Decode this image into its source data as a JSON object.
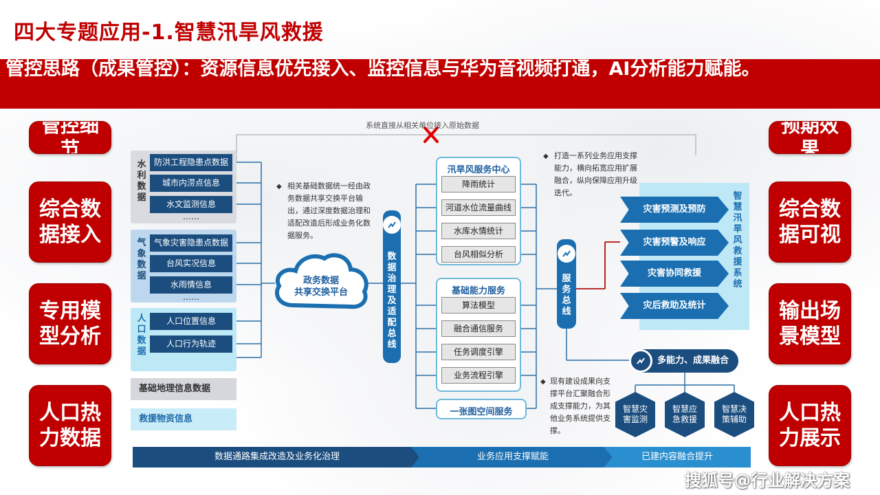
{
  "title": "四大专题应用-1.智慧汛旱风救援",
  "banner": "管控思路（成果管控）：资源信息优先接入、监控信息与华为音视频打通，AI分析能力赋能。",
  "left_header": "管控细节",
  "right_header": "预期效果",
  "left_items": [
    "综合数据接入",
    "专用模型分析",
    "人口热力数据"
  ],
  "right_items": [
    "综合数据可视",
    "输出场景模型",
    "人口热力展示"
  ],
  "top_note": "系统直接从相关单位接入原始数据",
  "groups": {
    "water": {
      "label": "水利数据",
      "items": [
        "防洪工程隐患点数据",
        "城市内涝点信息",
        "水文监测信息"
      ],
      "more": "……"
    },
    "weather": {
      "label": "气象数据",
      "items": [
        "气象灾害隐患点数据",
        "台风实况信息",
        "水雨情信息"
      ],
      "more": "……"
    },
    "population": {
      "label": "人口数据",
      "items": [
        "人口位置信息",
        "人口行为轨迹"
      ]
    },
    "geo": "基础地理信息数据",
    "relief": "救援物资信息"
  },
  "note_left": {
    "bullet": "◆",
    "text": "相关基础数据统一经由政务数据共享交换平台输出，通过深度数据治理和适配改造后形成业务化数据服务。"
  },
  "cloud": {
    "line1": "政务数据",
    "line2": "共享交换平台"
  },
  "data_bus": "数据治理及适配总线",
  "panel1": {
    "title": "汛旱风服务中心",
    "items": [
      "降雨统计",
      "河道水位流量曲线",
      "水库水情统计",
      "台风相似分析"
    ]
  },
  "panel2": {
    "title": "基础能力服务",
    "items": [
      "算法模型",
      "融合通信服务",
      "任务调度引擎",
      "业务流程引擎"
    ]
  },
  "panel3": {
    "title": "一张图空间服务"
  },
  "service_bus": "服务总线",
  "note_right_top": {
    "bullet": "◆",
    "text": "打造一系列业务应用支撑能力，横向拓宽应用扩展融合，纵向保障应用升级迭代。"
  },
  "note_right_bottom": {
    "bullet": "◆",
    "text": "现有建设成果向支撑平台汇聚融合形成支撑能力，为其他业务系统提供支撑。"
  },
  "system_label": "智慧汛旱风救援系统",
  "functions": [
    "灾害预测及预防",
    "灾害预警及响应",
    "灾害协同救援",
    "灾后救助及统计"
  ],
  "fusion": "多能力、成果融合",
  "hexes": [
    "智慧灾害监测",
    "智慧应急救援",
    "智慧决策辅助"
  ],
  "bottom_bar": [
    "数据通路集成改造及业务化治理",
    "业务应用支撑赋能",
    "已建内容融合提升"
  ],
  "watermark": "搜狐号@行业解决方案",
  "colors": {
    "red": "#c00000",
    "navy": "#1b4d7e",
    "blue": "#1b6fb0",
    "cyan": "#bde8f6"
  }
}
